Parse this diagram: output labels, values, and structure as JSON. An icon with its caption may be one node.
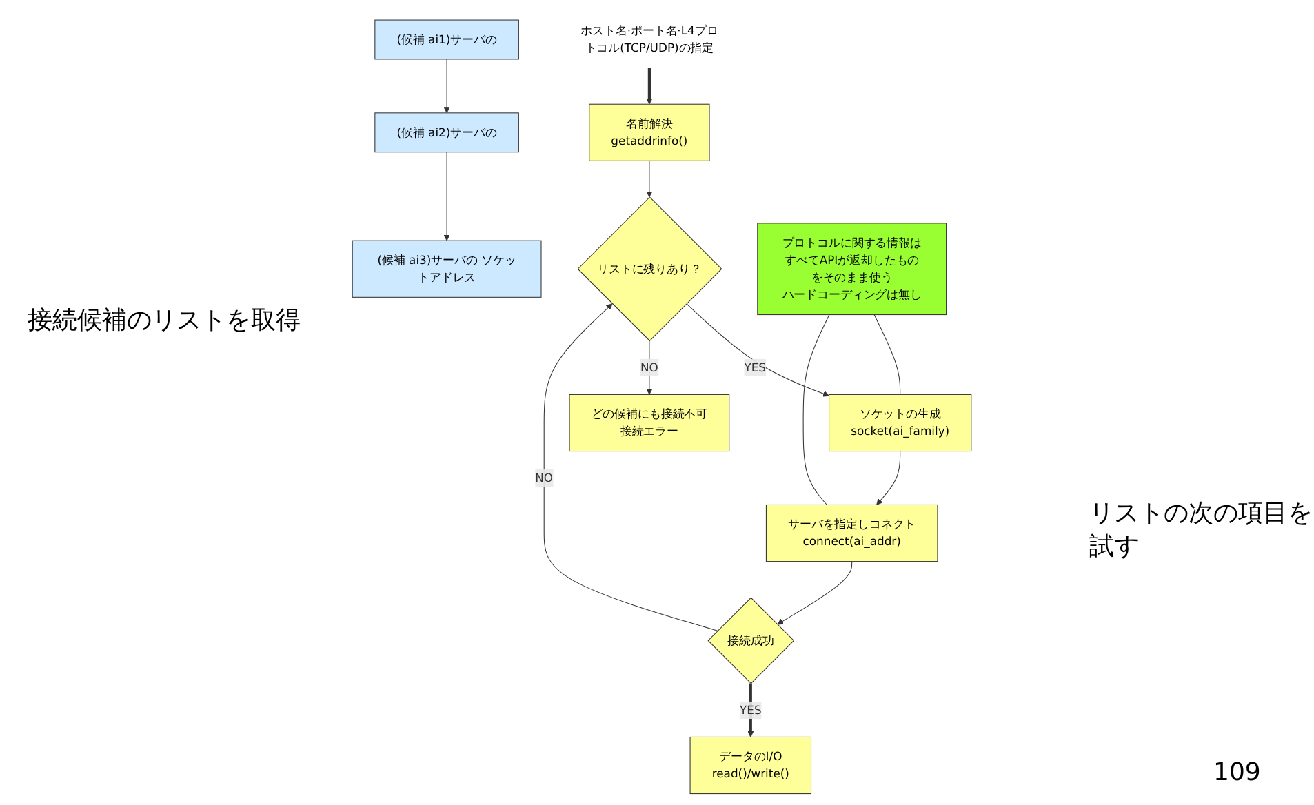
{
  "diagram": {
    "nodes": [
      {
        "text": [
          "ホスト名·ポート名·L4プロトコル(TCP/UDP)の指定"
        ]
      },
      {
        "text": [
          "(候補 ai1)サーバの"
        ]
      },
      {
        "text": [
          "(候補 ai2)サーバの"
        ]
      },
      {
        "text": [
          "(候補 ai3)サーバの ソケットアドレス"
        ]
      },
      {
        "text": [
          "名前解決",
          "getaddrinfo()"
        ]
      },
      {
        "text": [
          "リストに残りあり？"
        ]
      },
      {
        "text": [
          "ソケットの生成",
          "socket(ai_family)"
        ]
      },
      {
        "text": [
          "どの候補にも接続不可",
          "接続エラー"
        ]
      },
      {
        "text": [
          "サーバを指定しコネクト",
          "connect(ai_addr)"
        ]
      },
      {
        "text": [
          "接続成功"
        ]
      },
      {
        "text": [
          "データのI/O",
          "read()/write()"
        ]
      },
      {
        "text": [
          "プロトコルに関する情報はすべてAPIが返却したものをそのまま使う",
          "ハードコーディングは無し"
        ]
      }
    ],
    "edges": [
      {
        "from": 0,
        "to": 4,
        "arrow": "to",
        "style": "thick"
      },
      {
        "from": 1,
        "to": 2,
        "arrow": "to"
      },
      {
        "from": 2,
        "to": 3,
        "arrow": "to"
      },
      {
        "from": 4,
        "to": 5,
        "arrow": "to"
      },
      {
        "from": 5,
        "to": 6,
        "arrow": "to",
        "label": "YES"
      },
      {
        "from": 5,
        "to": 7,
        "arrow": "to",
        "label": "NO"
      },
      {
        "from": 6,
        "to": 8,
        "arrow": "to"
      },
      {
        "from": 8,
        "to": 9,
        "arrow": "to"
      },
      {
        "from": 9,
        "to": 10,
        "arrow": "to",
        "label": "YES",
        "style": "thick"
      },
      {
        "from": 9,
        "to": 5,
        "arrow": "to",
        "label": "NO"
      },
      {
        "from": 11,
        "to": 6,
        "arrow": "none"
      },
      {
        "from": 11,
        "to": 8,
        "arrow": "none"
      }
    ],
    "labels": [
      "接続候補のリストを取得",
      "リストの次の項目を試す",
      "109"
    ]
  }
}
